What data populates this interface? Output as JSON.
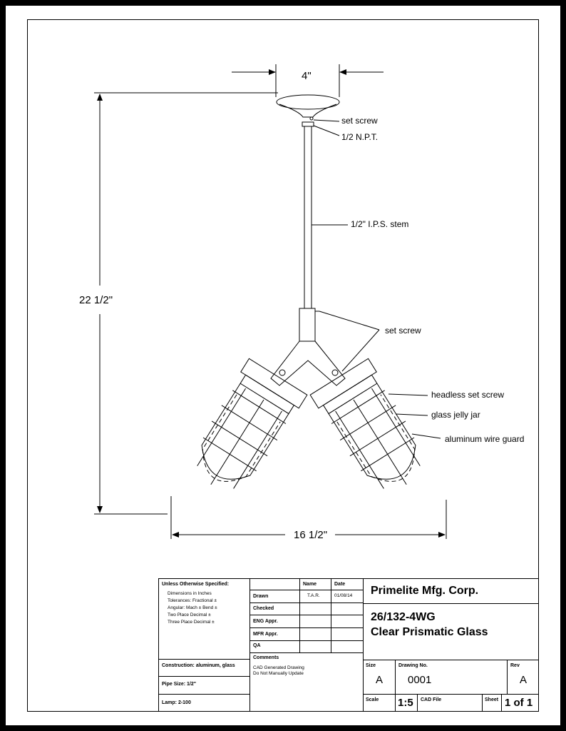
{
  "dimensions": {
    "width_top": "4\"",
    "height": "22 1/2\"",
    "width_bottom": "16 1/2\""
  },
  "callouts": {
    "set_screw_top": "set screw",
    "npt": "1/2 N.P.T.",
    "stem": "1/2\" I.P.S. stem",
    "set_screw_mid": "set screw",
    "headless_set_screw": "headless set screw",
    "glass_jelly_jar": "glass jelly jar",
    "wire_guard": "aluminum wire guard"
  },
  "title_block": {
    "unless_specified": "Unless Otherwise Specified:",
    "spec_lines": [
      "Dimensions in Inches",
      "Tolerances: Fractional    ±",
      "Angular: Mach ±    Bend    ±",
      "Two Place Decimal             ±",
      "Three Place Decimal          ±"
    ],
    "construction": "Construction: aluminum, glass",
    "pipe_size": "Pipe Size: 1/2\"",
    "lamp": "Lamp: 2-100",
    "col_name": "Name",
    "col_date": "Date",
    "row_drawn": "Drawn",
    "drawn_name": "T.A.R.",
    "drawn_date": "01/08/14",
    "row_checked": "Checked",
    "row_eng": "ENG Appr.",
    "row_mfr": "MFR Appr.",
    "row_qa": "QA",
    "comments_label": "Comments",
    "comments_lines": [
      "CAD Generated Drawing",
      "Do Not Manually Update"
    ],
    "company": "Primelite Mfg. Corp.",
    "part_number": "26/132-4WG",
    "part_desc": "Clear Prismatic Glass",
    "size_label": "Size",
    "size_value": "A",
    "drawing_no_label": "Drawing  No.",
    "drawing_no_value": "0001",
    "rev_label": "Rev",
    "rev_value": "A",
    "scale_label": "Scale",
    "scale_value": "1:5",
    "cad_label": "CAD File",
    "sheet_label": "Sheet",
    "sheet_value": "1 of 1"
  }
}
